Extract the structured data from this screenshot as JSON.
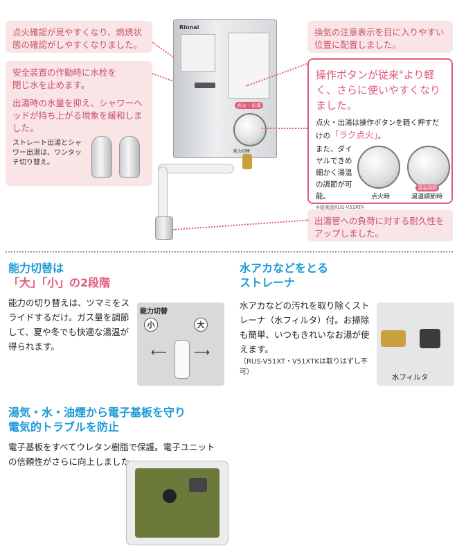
{
  "top_left": {
    "callout1": "点火確認が見やすくなり、燃焼状態の確認がしやすくなりました。",
    "callout2_line1": "安全装置の作動時に水栓を閉じ水を止めます。",
    "callout2_line2": "出湯時の水量を抑え、シャワーヘッドが持ち上がる現象を緩和しました。",
    "callout2_note": "ストレート出湯とシャワー出湯は、ワンタッチ切り替え。"
  },
  "heater": {
    "brand": "Rinnai",
    "button_tag": "点火・出湯",
    "bottom_label": "能力切替"
  },
  "top_right": {
    "callout1": "換気の注意表示を目に入りやすい位置に配置しました。",
    "callout2_title": "操作ボタンが従来",
    "callout2_mark": "※",
    "callout2_title2": "より軽く、さらに使いやすくなりました。",
    "callout2_text": "点火・出湯は操作ボタンを軽く押すだけの",
    "callout2_highlight": "「ラク点火」",
    "callout2_text2": "。",
    "callout2_text3": "また、ダイヤルできめ細かく湯温の調節が可能。",
    "callout2_footnote": "※従来品RUS-V51RTA",
    "photo1_label": "点火時",
    "photo2_label": "湯温調節時",
    "photo2_tag": "湯温調節",
    "callout3": "出湯管への負荷に対する耐久性をアップしました。"
  },
  "section_capacity": {
    "title_line1": "能力切替は",
    "title_line2": "「大」「小」の2段階",
    "body": "能力の切り替えは、ツマミをスライドするだけ。ガス量を調節して、夏や冬でも快適な湯温が得られます。",
    "sign_label": "能力切替",
    "small": "小",
    "large": "大"
  },
  "section_strainer": {
    "title_line1": "水アカなどをとる",
    "title_line2": "ストレーナ",
    "body": "水アカなどの汚れを取り除くストレーナ（水フィルタ）付。お掃除も簡単、いつもきれいなお湯が使えます。",
    "note": "（RUS-V51XT・V51XTKは取りはずし不可）",
    "photo_label": "水フィルタ"
  },
  "section_board": {
    "title_line1": "湯気・水・油煙から電子基板を守り",
    "title_line2": "電気的トラブルを防止",
    "body": "電子基板をすべてウレタン樹脂で保護。電子ユニットの信頼性がさらに向上しました。"
  }
}
